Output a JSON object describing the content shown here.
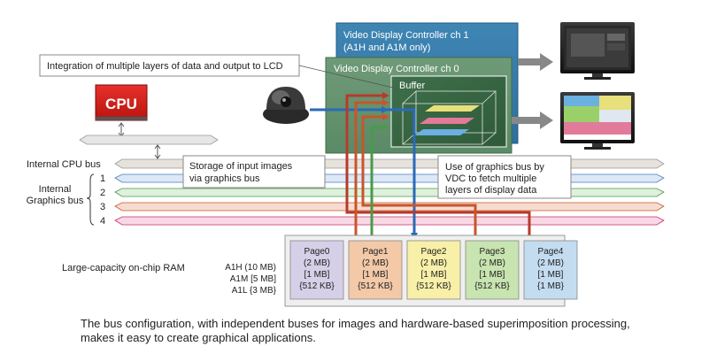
{
  "vdc": {
    "ch1_line1": "Video Display Controller ch 1",
    "ch1_line2": "(A1H and A1M only)",
    "ch0": "Video Display Controller ch 0",
    "buffer": "Buffer"
  },
  "callouts": {
    "integration": "Integration of multiple layers of data and output to LCD",
    "storage_line1": "Storage of input images",
    "storage_line2": "via graphics bus",
    "use_line1": "Use of graphics bus by",
    "use_line2": "VDC to fetch multiple",
    "use_line3": "layers of display data"
  },
  "cpu": {
    "label": "CPU"
  },
  "buses": {
    "cpu_bus": "Internal CPU bus",
    "graphics_line1": "Internal",
    "graphics_line2": "Graphics bus",
    "numbers": [
      "1",
      "2",
      "3",
      "4"
    ],
    "colors": [
      "#4a7fc0",
      "#4a9a4a",
      "#c85a2a",
      "#c8306a"
    ]
  },
  "ram": {
    "label": "Large-capacity on-chip RAM",
    "models": [
      "A1H (10 MB)",
      "A1M [5 MB]",
      "A1L {3 MB}"
    ],
    "pages": [
      {
        "name": "Page0",
        "a1h": "(2 MB)",
        "a1m": "[1 MB]",
        "a1l": "{512 KB}",
        "fill": "#d6cfe8"
      },
      {
        "name": "Page1",
        "a1h": "(2 MB)",
        "a1m": "[1 MB]",
        "a1l": "{512 KB}",
        "fill": "#f3c9a8"
      },
      {
        "name": "Page2",
        "a1h": "(2 MB)",
        "a1m": "[1 MB]",
        "a1l": "{512 KB}",
        "fill": "#f8f0a8"
      },
      {
        "name": "Page3",
        "a1h": "(2 MB)",
        "a1m": "[1 MB]",
        "a1l": "{512 KB}",
        "fill": "#c8e4b0"
      },
      {
        "name": "Page4",
        "a1h": "(2 MB)",
        "a1m": "[1 MB]",
        "a1l": "{1 MB}",
        "fill": "#c4dcf0"
      }
    ]
  },
  "caption": {
    "line1": "The bus configuration, with independent buses for images and hardware-based superimposition processing,",
    "line2": "makes it easy to create graphical applications."
  },
  "icons": [
    "camera-icon",
    "monitor-icon",
    "double-arrow-icon"
  ]
}
